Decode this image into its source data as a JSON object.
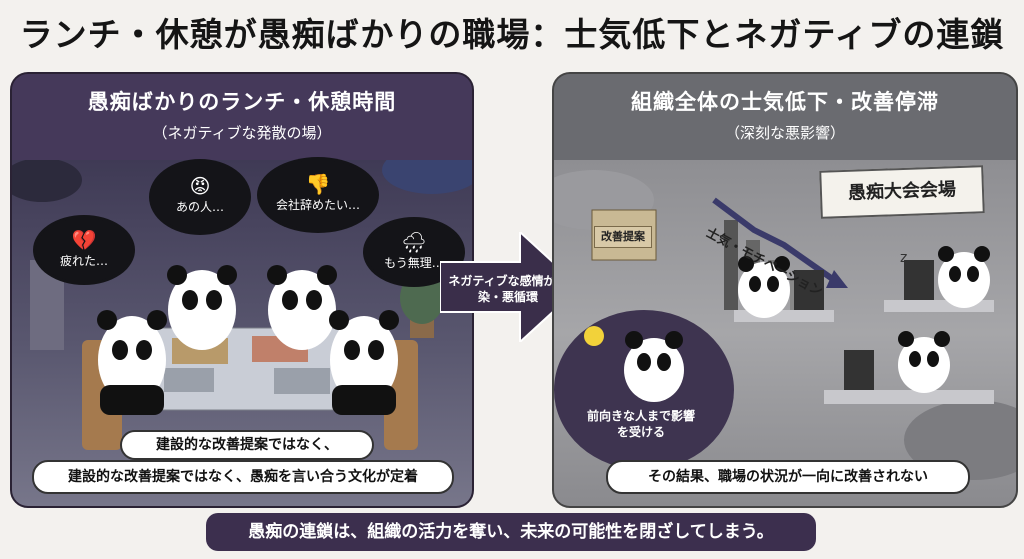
{
  "title": "ランチ・休憩が愚痴ばかりの職場：士気低下とネガティブの連鎖",
  "left_panel": {
    "heading": "愚痴ばかりのランチ・休憩時間",
    "subheading": "（ネガティブな発散の場）",
    "bubbles": [
      {
        "text": "あの人…",
        "icon": "angry-face-icon",
        "emoji": "😡"
      },
      {
        "text": "会社辞めたい…",
        "icon": "thumbs-down-icon",
        "emoji": "👎"
      },
      {
        "text": "疲れた…",
        "icon": "broken-heart-icon",
        "emoji": "💔"
      },
      {
        "text": "もう無理…",
        "icon": "rain-cloud-icon",
        "emoji": "🌧"
      }
    ],
    "caption_line1": "建設的な改善提案ではなく、",
    "caption_line2": "建設的な改善提案ではなく、愚痴を言い合う文化が定着"
  },
  "arrow": {
    "label": "ネガティブな感情が伝染・悪循環"
  },
  "right_panel": {
    "heading": "組織全体の士気低下・改善停滞",
    "subheading": "（深刻な悪影響）",
    "banner": "愚痴大会会場",
    "suggestion_box": "改善提案",
    "trend_label": "士気・モチベーション",
    "thought_text": "前向きな人まで影響を受ける",
    "caption": "その結果、職場の状況が一向に改善されない"
  },
  "footer": "愚痴の連鎖は、組織の活力を奪い、未来の可能性を閉ざしてしまう。"
}
